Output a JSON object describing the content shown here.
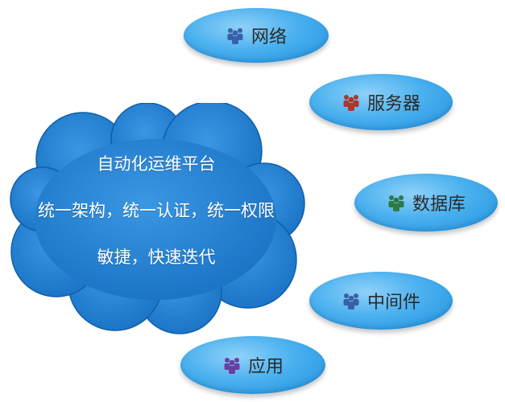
{
  "cloud": {
    "title": "自动化运维平台",
    "line2": "统一架构，统一认证，统一权限",
    "line3": "敏捷，快速迭代"
  },
  "nodes": [
    {
      "label": "网络",
      "icon": "people-group-icon",
      "icon_color": "#3a5fa8"
    },
    {
      "label": "服务器",
      "icon": "people-group-icon",
      "icon_color": "#b0352b"
    },
    {
      "label": "数据库",
      "icon": "people-group-icon",
      "icon_color": "#2f7a43"
    },
    {
      "label": "中间件",
      "icon": "people-group-icon",
      "icon_color": "#3a5fa8"
    },
    {
      "label": "应用",
      "icon": "people-group-icon",
      "icon_color": "#6b3fa0"
    }
  ],
  "colors": {
    "cloud": "#1f7fd0",
    "ellipse": "#4bb1ef"
  }
}
